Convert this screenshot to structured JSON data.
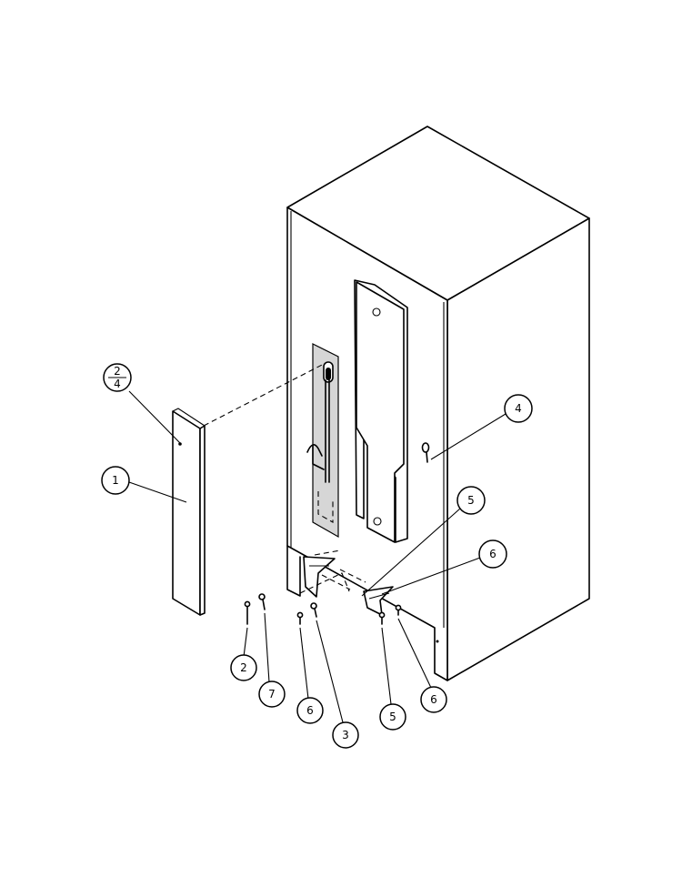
{
  "callouts": [
    {
      "id": "c-2-4-top",
      "label": "2"
    },
    {
      "id": "c-2-4-bottom",
      "label": "4"
    },
    {
      "id": "c-1",
      "label": "1"
    },
    {
      "id": "c-4",
      "label": "4"
    },
    {
      "id": "c-5-top",
      "label": "5"
    },
    {
      "id": "c-6-top",
      "label": "6"
    },
    {
      "id": "c-2",
      "label": "2"
    },
    {
      "id": "c-7",
      "label": "7"
    },
    {
      "id": "c-6-left",
      "label": "6"
    },
    {
      "id": "c-3",
      "label": "3"
    },
    {
      "id": "c-5-bottom",
      "label": "5"
    },
    {
      "id": "c-6-right",
      "label": "6"
    }
  ]
}
